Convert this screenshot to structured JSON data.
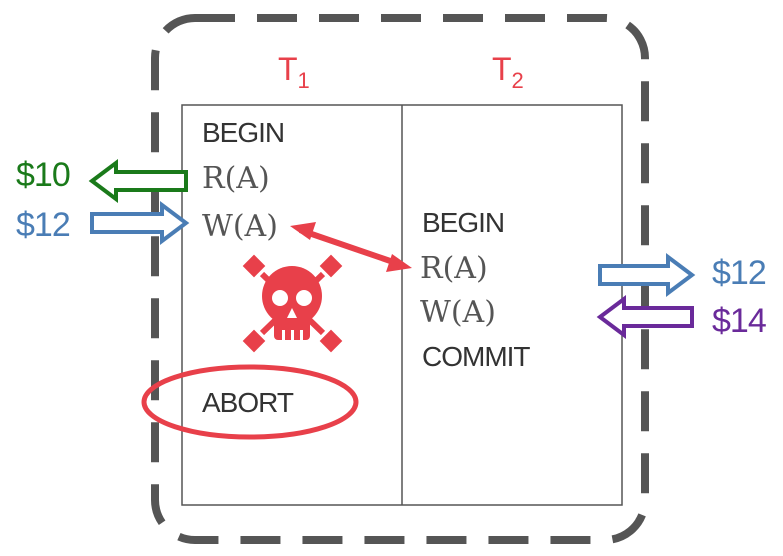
{
  "title_t1_base": "T",
  "title_t1_sub": "1",
  "title_t2_base": "T",
  "title_t2_sub": "2",
  "t1_ops": [
    "BEGIN",
    "R(A)",
    "W(A)",
    "ABORT"
  ],
  "t2_ops": [
    "BEGIN",
    "R(A)",
    "W(A)",
    "COMMIT"
  ],
  "left_values": [
    {
      "text": "$10",
      "color": "#1a7a1a"
    },
    {
      "text": "$12",
      "color": "#4a7db5"
    }
  ],
  "right_values": [
    {
      "text": "$12",
      "color": "#4a7db5"
    },
    {
      "text": "$14",
      "color": "#6a2a9a"
    }
  ],
  "colors": {
    "accent_red": "#e8404a",
    "border_gray": "#555555",
    "text_dark": "#333333",
    "green": "#1a7a1a",
    "blue": "#4a7db5",
    "purple": "#6a2a9a"
  },
  "icons": {
    "danger": "skull-crossbones-icon",
    "conflict": "double-arrow-icon"
  }
}
